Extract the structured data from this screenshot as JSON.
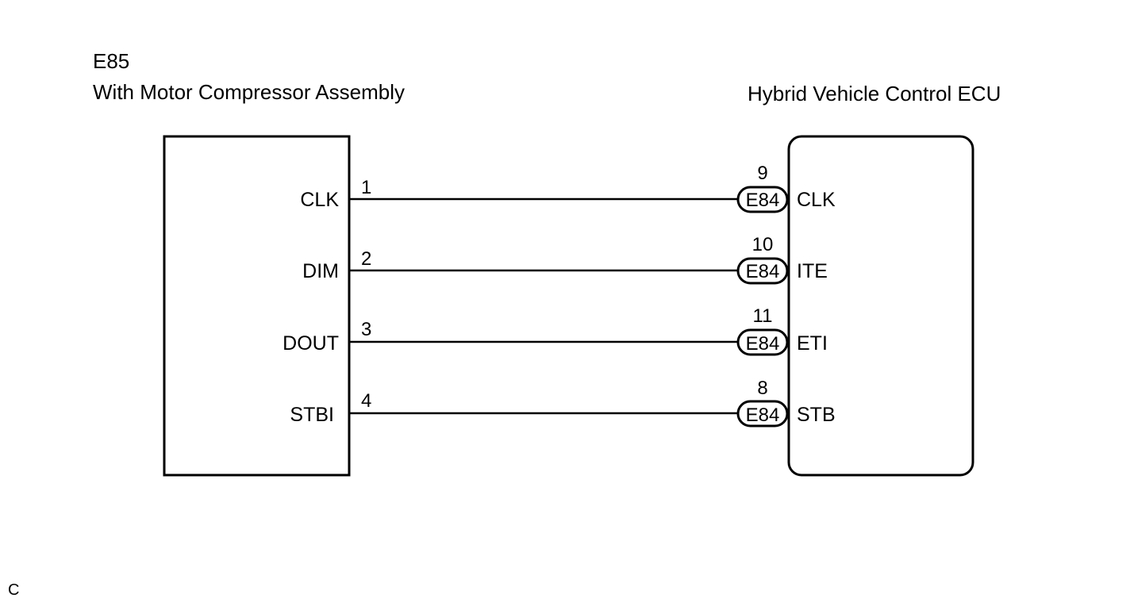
{
  "left_component": {
    "connector": "E85",
    "name": "With Motor Compressor Assembly",
    "pins": [
      {
        "label": "CLK",
        "number": "1"
      },
      {
        "label": "DIM",
        "number": "2"
      },
      {
        "label": "DOUT",
        "number": "3"
      },
      {
        "label": "STBI",
        "number": "4"
      }
    ]
  },
  "right_component": {
    "name": "Hybrid Vehicle Control ECU",
    "pins": [
      {
        "label": "CLK",
        "number": "9",
        "connector": "E84"
      },
      {
        "label": "ITE",
        "number": "10",
        "connector": "E84"
      },
      {
        "label": "ETI",
        "number": "11",
        "connector": "E84"
      },
      {
        "label": "STB",
        "number": "8",
        "connector": "E84"
      }
    ]
  },
  "corner_mark": "C"
}
